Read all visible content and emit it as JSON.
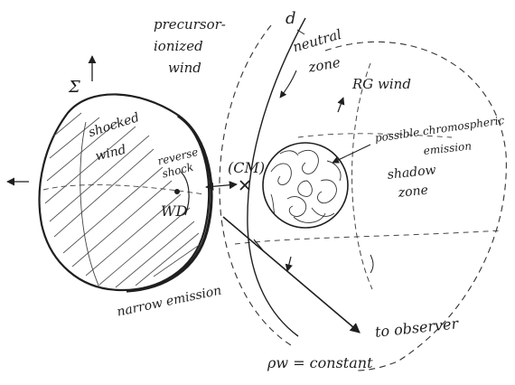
{
  "diagram": {
    "labels": {
      "precursor_1": "precursor-",
      "precursor_2": "ionized",
      "precursor_3": "wind",
      "sigma": "Σ",
      "shocked_1": "shocked",
      "shocked_2": "wind",
      "reverse_1": "reverse",
      "reverse_2": "shock",
      "wd": "WD",
      "cm": "(CM)",
      "d": "d",
      "neutral_1": "neutral",
      "neutral_2": "zone",
      "rg_wind": "RG wind",
      "chromo_1": "possible chromospheric",
      "chromo_2": "emission",
      "shadow_1": "shadow",
      "shadow_2": "zone",
      "narrow": "narrow emission",
      "observer": "to observer",
      "rho": "ρw = constant"
    },
    "colors": {
      "ink": "#1f1f1f",
      "paper": "#ffffff"
    }
  }
}
